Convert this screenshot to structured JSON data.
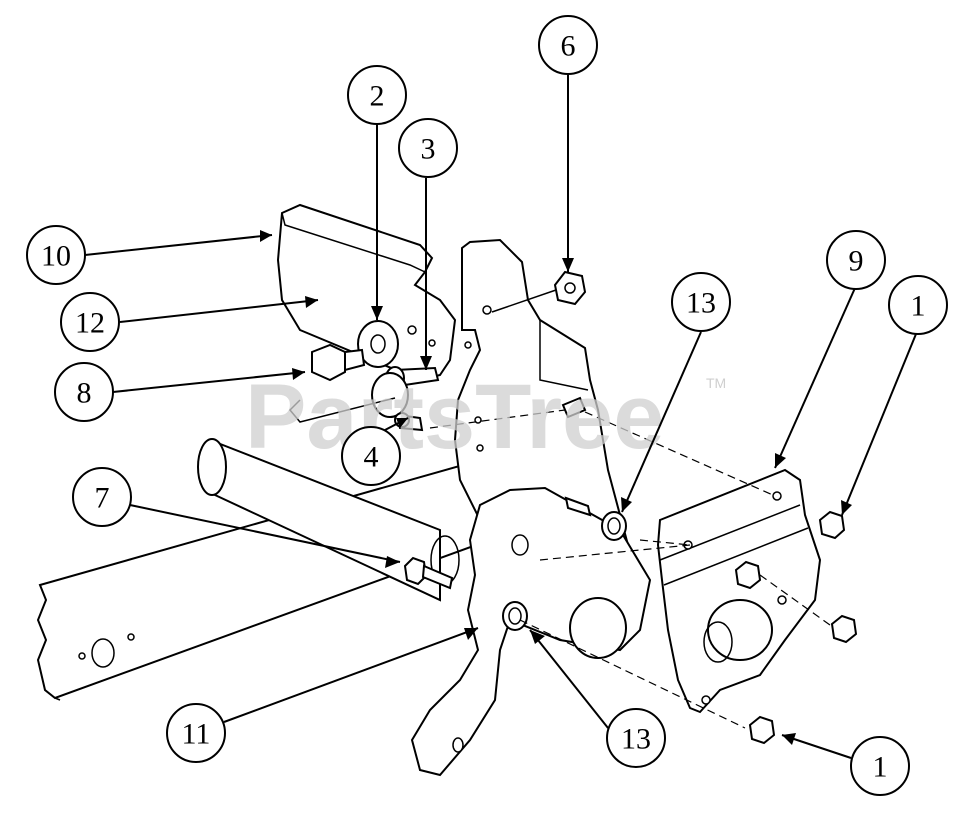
{
  "watermark": {
    "text": "PartsTree",
    "trademark": "TM"
  },
  "callouts": [
    {
      "id": "callout-10",
      "label": "10"
    },
    {
      "id": "callout-2",
      "label": "2"
    },
    {
      "id": "callout-3",
      "label": "3"
    },
    {
      "id": "callout-6",
      "label": "6"
    },
    {
      "id": "callout-12",
      "label": "12"
    },
    {
      "id": "callout-8",
      "label": "8"
    },
    {
      "id": "callout-4",
      "label": "4"
    },
    {
      "id": "callout-13-top",
      "label": "13"
    },
    {
      "id": "callout-9",
      "label": "9"
    },
    {
      "id": "callout-1-top",
      "label": "1"
    },
    {
      "id": "callout-7",
      "label": "7"
    },
    {
      "id": "callout-11",
      "label": "11"
    },
    {
      "id": "callout-13-bottom",
      "label": "13"
    },
    {
      "id": "callout-1-bottom",
      "label": "1"
    }
  ]
}
